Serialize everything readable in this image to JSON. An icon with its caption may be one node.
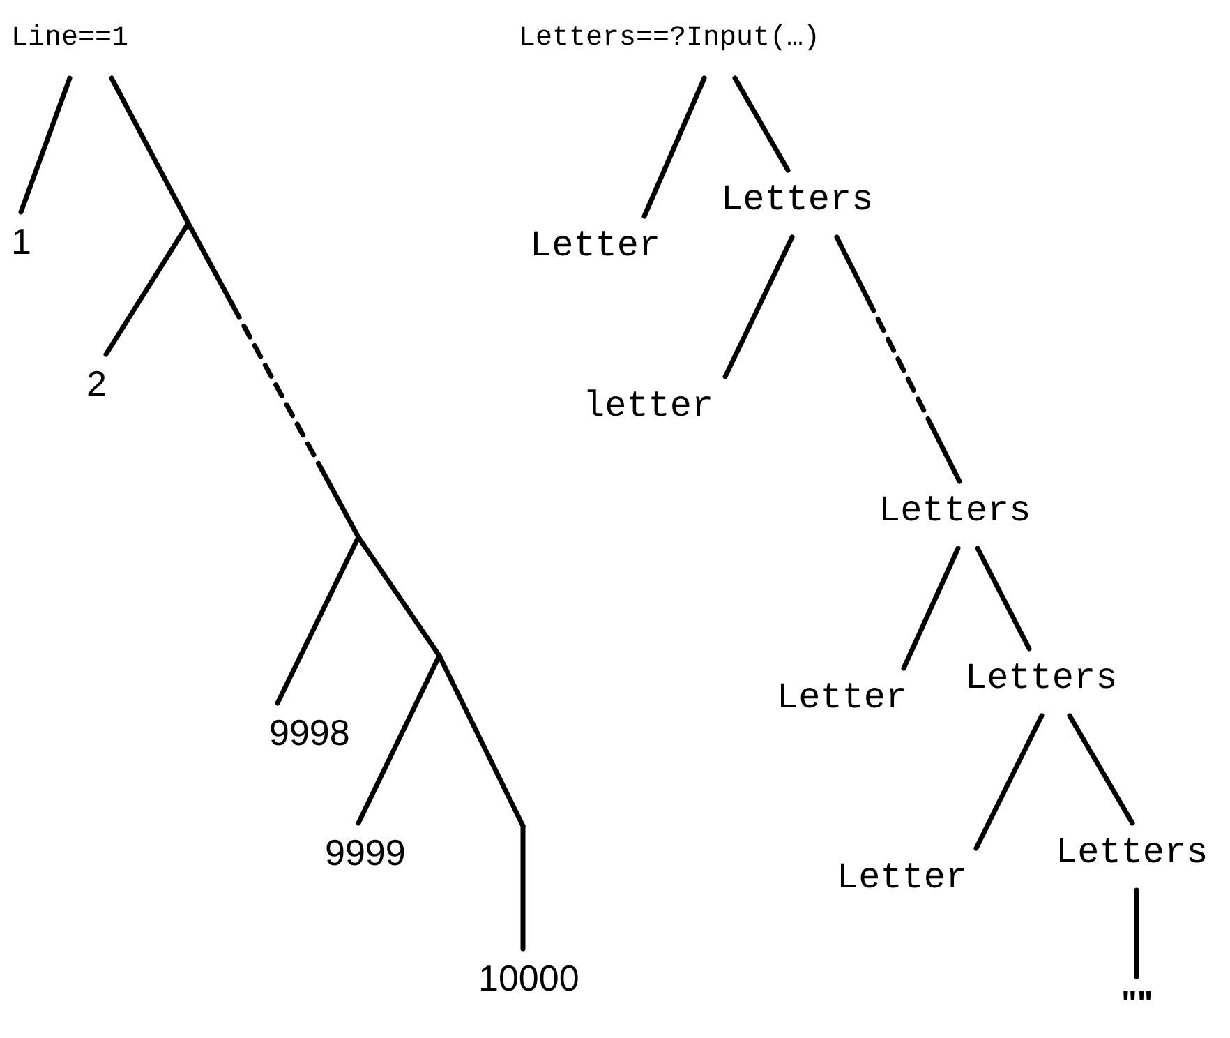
{
  "diagram": {
    "nodes": [
      {
        "text": [
          "Line==1"
        ]
      },
      {
        "text": [
          "1"
        ]
      },
      {
        "text": [
          "2"
        ]
      },
      {
        "text": [
          "9998"
        ]
      },
      {
        "text": [
          "9999"
        ]
      },
      {
        "text": [
          "10000"
        ]
      },
      {
        "text": [
          "Letters==?Input(…)"
        ]
      },
      {
        "text": [
          "Letter"
        ]
      },
      {
        "text": [
          "Letters"
        ]
      },
      {
        "text": [
          "letter"
        ]
      },
      {
        "text": [
          "Letters"
        ]
      },
      {
        "text": [
          "Letter"
        ]
      },
      {
        "text": [
          "Letters"
        ]
      },
      {
        "text": [
          "Letter"
        ]
      },
      {
        "text": [
          "Letters"
        ]
      },
      {
        "text": [
          "\"\""
        ]
      }
    ],
    "edges": [
      {
        "from": 0,
        "to": 1,
        "arrow": "none"
      },
      {
        "from": 0,
        "to": 2,
        "arrow": "none"
      },
      {
        "from": 0,
        "to": 3,
        "arrow": "none",
        "style": "dashed"
      },
      {
        "from": 0,
        "to": 4,
        "arrow": "none",
        "style": "dashed"
      },
      {
        "from": 0,
        "to": 5,
        "arrow": "none",
        "style": "dashed"
      },
      {
        "from": 6,
        "to": 7,
        "arrow": "none"
      },
      {
        "from": 6,
        "to": 8,
        "arrow": "none"
      },
      {
        "from": 8,
        "to": 9,
        "arrow": "none"
      },
      {
        "from": 8,
        "to": 10,
        "arrow": "none",
        "style": "dashed"
      },
      {
        "from": 10,
        "to": 11,
        "arrow": "none"
      },
      {
        "from": 10,
        "to": 12,
        "arrow": "none"
      },
      {
        "from": 12,
        "to": 13,
        "arrow": "none"
      },
      {
        "from": 12,
        "to": 14,
        "arrow": "none"
      },
      {
        "from": 14,
        "to": 15,
        "arrow": "none"
      }
    ]
  }
}
